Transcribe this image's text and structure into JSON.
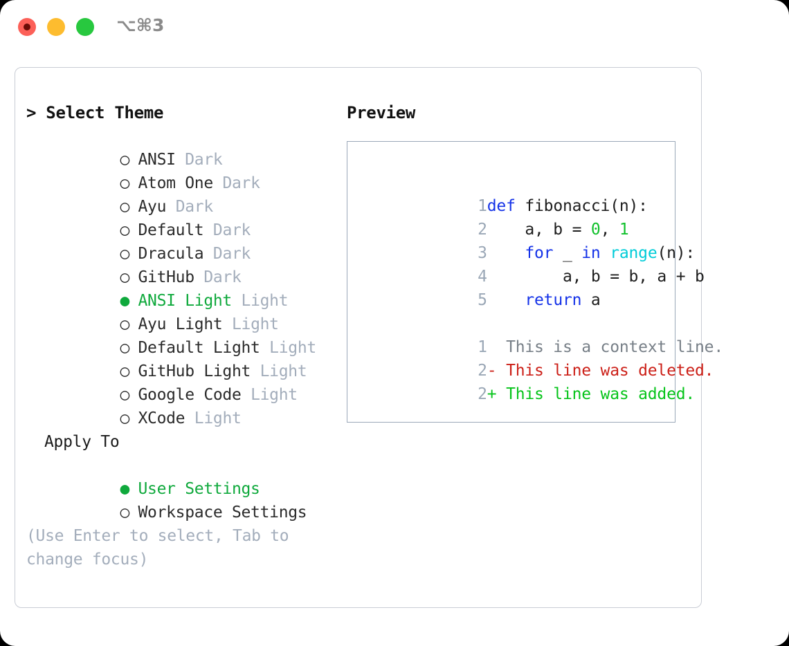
{
  "window": {
    "shortcut": "⌥⌘3",
    "traffic_lights": [
      {
        "name": "close-button",
        "color": "#fc6058"
      },
      {
        "name": "minimize-button",
        "color": "#fdbc2f"
      },
      {
        "name": "maximize-button",
        "color": "#28c83f"
      }
    ]
  },
  "theme_picker": {
    "title": "> Select Theme",
    "selected_marker": "●",
    "unselected_marker": "○",
    "options": [
      {
        "marker": "○",
        "label": "ANSI",
        "badge": "Dark",
        "selected": false
      },
      {
        "marker": "○",
        "label": "Atom One",
        "badge": "Dark",
        "selected": false
      },
      {
        "marker": "○",
        "label": "Ayu",
        "badge": "Dark",
        "selected": false
      },
      {
        "marker": "○",
        "label": "Default",
        "badge": "Dark",
        "selected": false
      },
      {
        "marker": "○",
        "label": "Dracula",
        "badge": "Dark",
        "selected": false
      },
      {
        "marker": "○",
        "label": "GitHub",
        "badge": "Dark",
        "selected": false
      },
      {
        "marker": "●",
        "label": "ANSI Light",
        "badge": "Light",
        "selected": true
      },
      {
        "marker": "○",
        "label": "Ayu Light",
        "badge": "Light",
        "selected": false
      },
      {
        "marker": "○",
        "label": "Default Light",
        "badge": "Light",
        "selected": false
      },
      {
        "marker": "○",
        "label": "GitHub Light",
        "badge": "Light",
        "selected": false
      },
      {
        "marker": "○",
        "label": "Google Code",
        "badge": "Light",
        "selected": false
      },
      {
        "marker": "○",
        "label": "XCode",
        "badge": "Light",
        "selected": false
      }
    ]
  },
  "apply_to": {
    "title": "Apply To",
    "options": [
      {
        "marker": "●",
        "label": "User Settings",
        "selected": true
      },
      {
        "marker": "○",
        "label": "Workspace Settings",
        "selected": false
      }
    ]
  },
  "hint": "(Use Enter to select, Tab to change focus)",
  "preview": {
    "title": "Preview",
    "code_lines": [
      {
        "number": "1",
        "tokens": [
          {
            "text": "def ",
            "type": "kw"
          },
          {
            "text": "fibonacci(n):",
            "type": "plain"
          }
        ]
      },
      {
        "number": "2",
        "tokens": [
          {
            "text": "    a, b = ",
            "type": "plain"
          },
          {
            "text": "0",
            "type": "num"
          },
          {
            "text": ", ",
            "type": "plain"
          },
          {
            "text": "1",
            "type": "num"
          }
        ]
      },
      {
        "number": "3",
        "tokens": [
          {
            "text": "    ",
            "type": "plain"
          },
          {
            "text": "for",
            "type": "kw"
          },
          {
            "text": " _ ",
            "type": "plain"
          },
          {
            "text": "in",
            "type": "kw"
          },
          {
            "text": " ",
            "type": "plain"
          },
          {
            "text": "range",
            "type": "fn"
          },
          {
            "text": "(n):",
            "type": "plain"
          }
        ]
      },
      {
        "number": "4",
        "tokens": [
          {
            "text": "        a, b = b, a + b",
            "type": "plain"
          }
        ]
      },
      {
        "number": "5",
        "tokens": [
          {
            "text": "    ",
            "type": "plain"
          },
          {
            "text": "return",
            "type": "kw"
          },
          {
            "text": " a",
            "type": "plain"
          }
        ]
      }
    ],
    "diff_lines": [
      {
        "number": "1",
        "text": "  This is a context line.",
        "type": "ctx"
      },
      {
        "number": "2",
        "text": "- This line was deleted.",
        "type": "del"
      },
      {
        "number": "2",
        "text": "+ This line was added.",
        "type": "add"
      }
    ]
  },
  "colors": {
    "accent_green": "#0fa93c",
    "badge_gray": "#a3adbb",
    "keyword_blue": "#1432e8",
    "number_green": "#0fc02a",
    "function_cyan": "#00ccd8",
    "diff_delete_red": "#cc2018",
    "diff_add_green": "#06c41a",
    "panel_border": "#c8ccd4",
    "preview_border": "#9aa8b8",
    "line_number": "#9aa7b6"
  }
}
